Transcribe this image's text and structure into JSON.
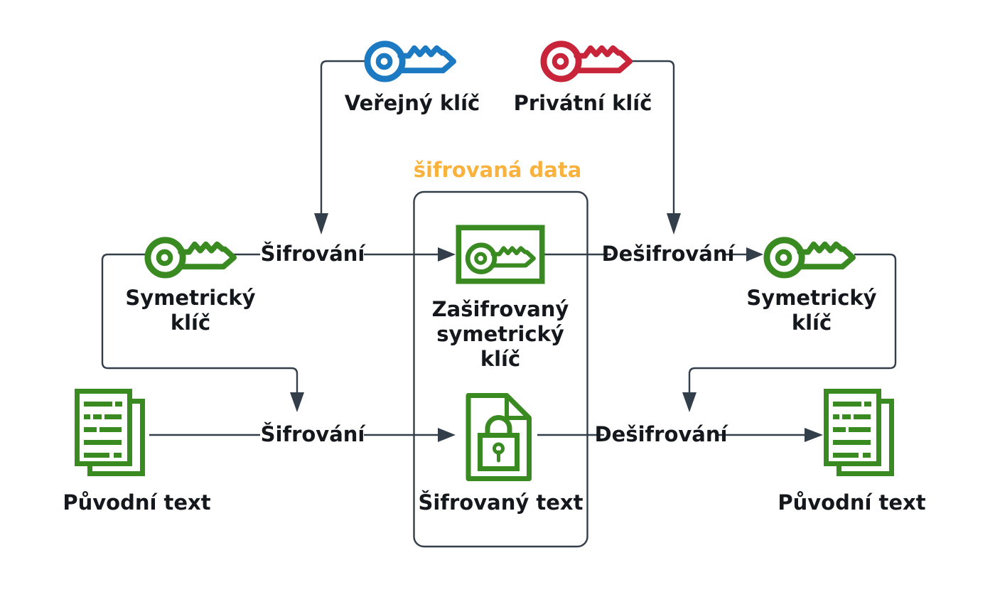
{
  "colors": {
    "public_key_blue": "#1B7AC1",
    "private_key_red": "#C8243A",
    "symmetric_green": "#3A8A22",
    "encrypted_data_orange": "#F9B23D",
    "connector_dark": "#333E4B",
    "label_text": "#14181C",
    "background": "#FFFFFF"
  },
  "labels": {
    "public_key": "Veřejný klíč",
    "private_key": "Privátní klíč",
    "encrypted_data": "šifrovaná data",
    "encrypt_top": "Šifrování",
    "decrypt_top": "Dešifrování",
    "symmetric_key_left": "Symetrický klíč",
    "encrypted_symmetric_key": "Zašifrovaný symetrický klíč",
    "symmetric_key_right": "Symetrický klíč",
    "plain_text_left": "Původní text",
    "encrypt_bottom": "Šifrování",
    "decrypt_bottom": "Dešifrování",
    "encrypted_text": "Šifrovaný text",
    "plain_text_right": "Původní text"
  },
  "icons": {
    "public_key": "key-icon",
    "private_key": "key-icon",
    "symmetric_key_left": "key-icon",
    "symmetric_key_right": "key-icon",
    "encrypted_symmetric_key": "key-in-box-icon",
    "plain_text_left": "document-icon",
    "encrypted_text": "locked-document-icon",
    "plain_text_right": "document-icon"
  }
}
